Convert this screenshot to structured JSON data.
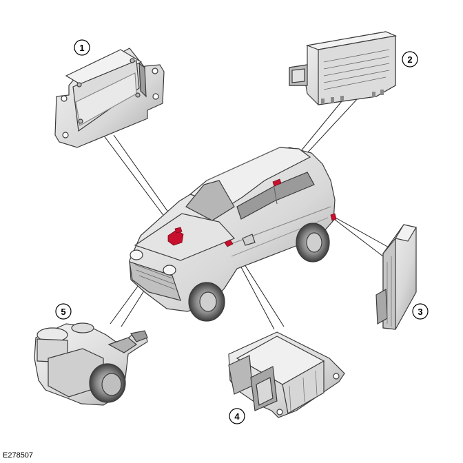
{
  "callouts": [
    {
      "label": "1",
      "component": "control-module-1"
    },
    {
      "label": "2",
      "component": "control-module-2"
    },
    {
      "label": "3",
      "component": "control-module-3"
    },
    {
      "label": "4",
      "component": "control-module-4"
    },
    {
      "label": "5",
      "component": "brake-actuator-unit"
    }
  ],
  "reference_code": "E278507",
  "colors": {
    "body_light": "#e8e8e8",
    "body_mid": "#c9c9c9",
    "body_dark": "#8e8e8e",
    "outline": "#3a3a3a",
    "highlight_red": "#c8102e"
  }
}
